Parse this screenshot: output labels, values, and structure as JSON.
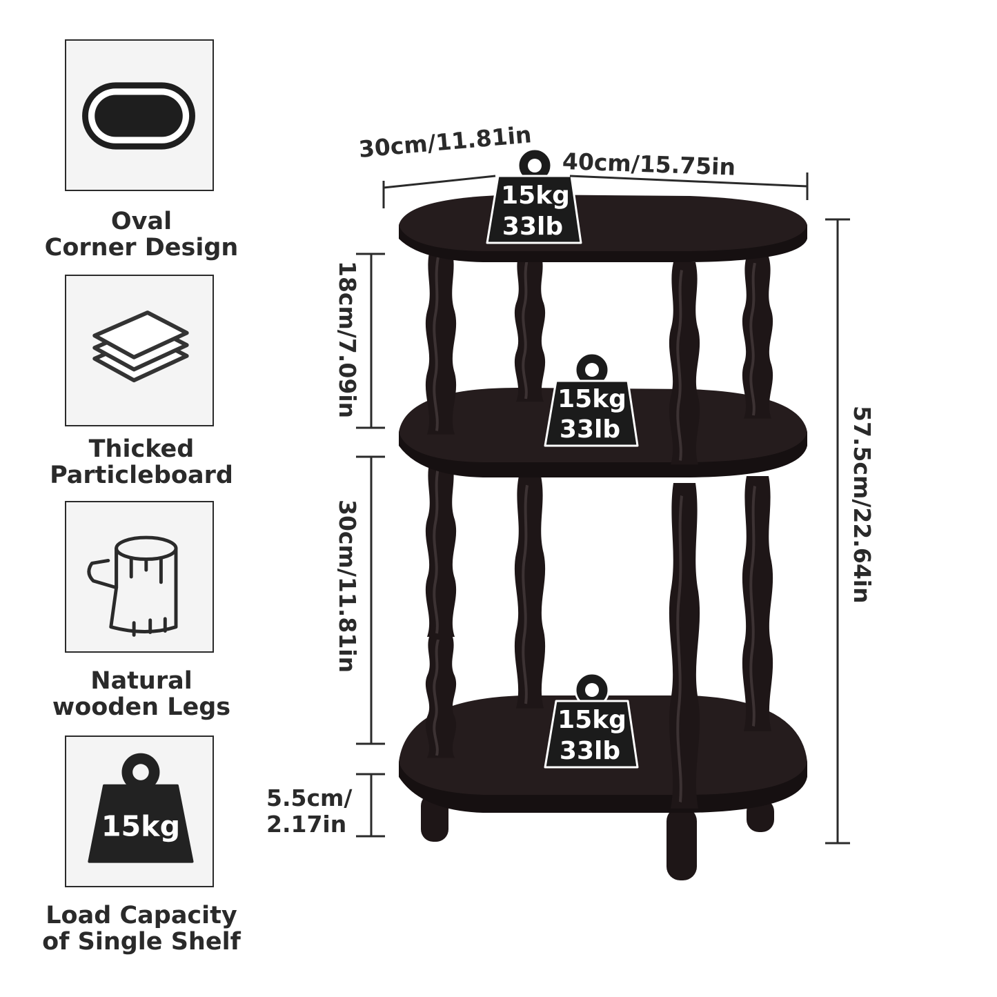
{
  "features": [
    {
      "icon": "oval-corner-icon",
      "label_line1": "Oval",
      "label_line2": "Corner Design"
    },
    {
      "icon": "layered-boards-icon",
      "label_line1": "Thicked",
      "label_line2": "Particleboard"
    },
    {
      "icon": "wood-log-icon",
      "label_line1": "Natural",
      "label_line2": "wooden Legs"
    },
    {
      "icon": "weight-icon",
      "icon_text": "15kg",
      "label_line1": "Load Capacity",
      "label_line2": "of Single Shelf"
    }
  ],
  "dimensions": {
    "depth": "30cm/11.81in",
    "width": "40cm/15.75in",
    "top_gap": "18cm/7.09in",
    "lower_gap": "30cm/11.81in",
    "total_height": "57.5cm/22.64in",
    "leg_height_line1": "5.5cm/",
    "leg_height_line2": "2.17in"
  },
  "shelf_loads": [
    {
      "kg": "15kg",
      "lb": "33lb"
    },
    {
      "kg": "15kg",
      "lb": "33lb"
    },
    {
      "kg": "15kg",
      "lb": "33lb"
    }
  ],
  "colors": {
    "wood": "#1f1718",
    "ink": "#2a2a2a",
    "panel": "#f4f4f4"
  }
}
